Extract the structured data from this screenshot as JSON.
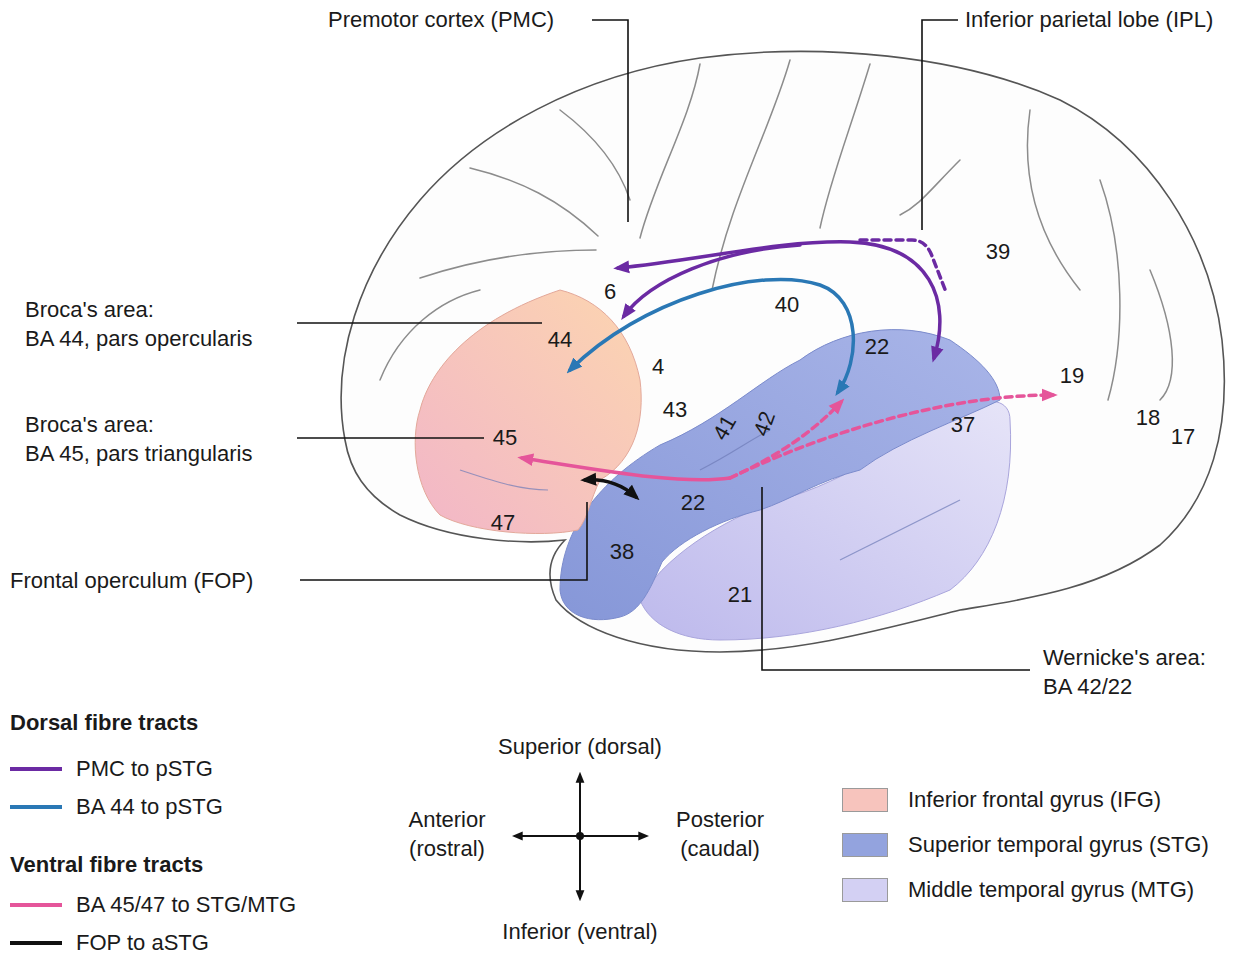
{
  "diagram": {
    "labels": [
      "Premotor cortex (PMC)",
      "Inferior parietal lobe (IPL)",
      "Broca's area: BA 44, pars opercularis",
      "Broca's area: BA 45, pars triangularis",
      "Frontal operculum (FOP)",
      "Wernicke's area: BA 42/22",
      "6",
      "44",
      "4",
      "40",
      "39",
      "22",
      "43",
      "41",
      "42",
      "37",
      "19",
      "18",
      "17",
      "45",
      "22",
      "47",
      "38",
      "21",
      "Dorsal fibre tracts",
      "Ventral fibre tracts",
      "Superior (dorsal)",
      "Anterior (rostral)",
      "Posterior (caudal)",
      "Inferior (ventral)"
    ],
    "legend": [
      {
        "text": "PMC to pSTG"
      },
      {
        "text": "BA 44 to pSTG"
      },
      {
        "text": "BA 45/47 to STG/MTG"
      },
      {
        "text": "FOP to aSTG"
      },
      {
        "text": "Inferior frontal gyrus (IFG)",
        "color": "#f7c4bd"
      },
      {
        "text": "Superior temporal gyrus (STG)",
        "color": "#93a3de"
      },
      {
        "text": "Middle temporal gyrus (MTG)",
        "color": "#d3d0f3"
      }
    ]
  }
}
